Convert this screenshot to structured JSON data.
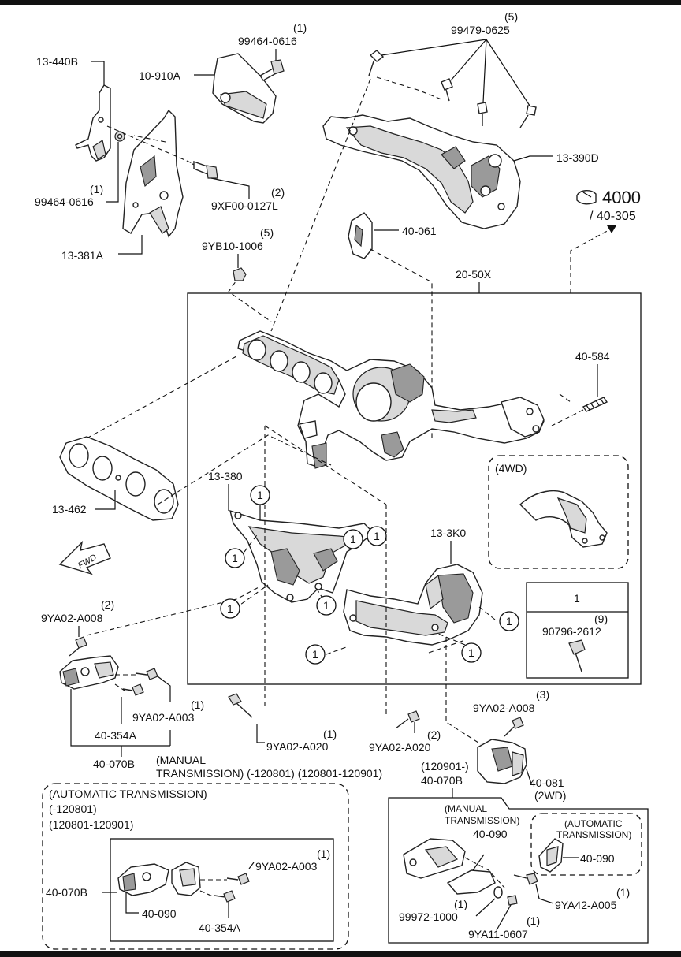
{
  "callouts": {
    "c_13_440B": "13-440B",
    "c_10_910A": "10-910A",
    "c_99464_top_qty": "(1)",
    "c_99464_top": "99464-0616",
    "c_99479_qty": "(5)",
    "c_99479": "99479-0625",
    "c_99464_left_qty": "(1)",
    "c_99464_left": "99464-0616",
    "c_9XF00_qty": "(2)",
    "c_9XF00": "9XF00-0127L",
    "c_13_390D": "13-390D",
    "c_ref_num": "4000",
    "c_ref_sub": "/ 40-305",
    "c_40_061": "40-061",
    "c_9YB10_qty": "(5)",
    "c_9YB10": "9YB10-1006",
    "c_13_381A": "13-381A",
    "c_20_50X": "20-50X",
    "c_40_584": "40-584",
    "c_13_462": "13-462",
    "c_13_380": "13-380",
    "c_4wd": "(4WD)",
    "c_13_3K0": "13-3K0",
    "c_fwd": "FWD",
    "c_legend_num": "1",
    "c_legend_qty": "(9)",
    "c_legend_part": "90796-2612",
    "c_9YA02_A008_l_qty": "(2)",
    "c_9YA02_A008_l": "9YA02-A008",
    "c_9YA02_A003_qty": "(1)",
    "c_9YA02_A003": "9YA02-A003",
    "c_40_354A": "40-354A",
    "c_40_070B": "40-070B",
    "c_manual_1": "(MANUAL",
    "c_manual_2": "TRANSMISSION) (-120801) (120801-120901)",
    "c_9YA02_A020_1_qty": "(1)",
    "c_9YA02_A020_1": "9YA02-A020",
    "c_9YA02_A020_2_qty": "(2)",
    "c_9YA02_A020_2": "9YA02-A020",
    "c_9YA02_A008_r_qty": "(3)",
    "c_9YA02_A008_r": "9YA02-A008",
    "c_120901": "(120901-)",
    "c_40_070B_r": "40-070B",
    "c_40_081": "40-081",
    "c_2wd": "(2WD)",
    "c_circle_1": "1"
  },
  "auto_box": {
    "line1": "(AUTOMATIC TRANSMISSION)",
    "line2": "(-120801)",
    "line3": "(120801-120901)",
    "label_40_070B": "40-070B",
    "qty_9YA02": "(1)",
    "part_9YA02": "9YA02-A003",
    "label_40_090": "40-090",
    "label_40_354A": "40-354A"
  },
  "right_box": {
    "manual_1": "(MANUAL",
    "manual_2": "TRANSMISSION)",
    "label_40_090": "40-090",
    "auto_1": "(AUTOMATIC",
    "auto_2": "TRANSMISSION)",
    "auto_40_090": "40-090",
    "qty_9YA42": "(1)",
    "part_9YA42": "9YA42-A005",
    "qty_99972": "(1)",
    "part_99972": "99972-1000",
    "qty_9YA11": "(1)",
    "part_9YA11": "9YA11-0607"
  },
  "icons": {
    "reference": "hand-pointer-icon",
    "forward": "fwd-arrow-icon"
  }
}
